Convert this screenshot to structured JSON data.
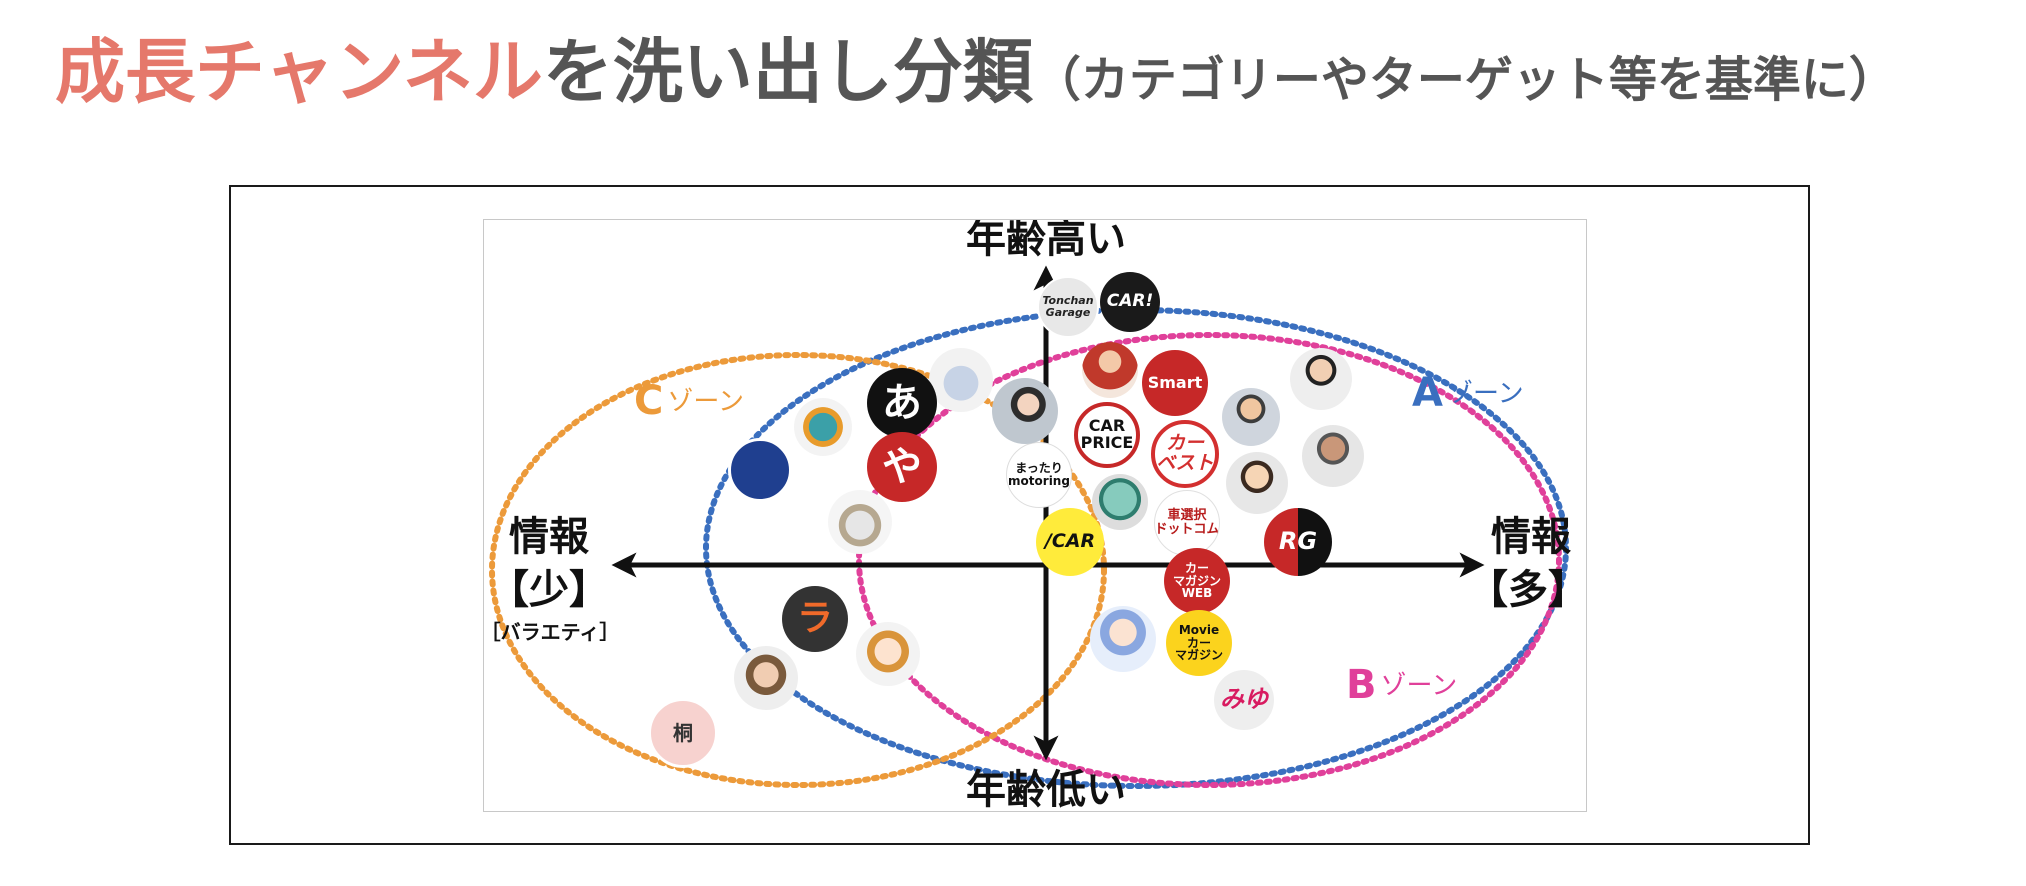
{
  "title": {
    "accent": "成長チャンネル",
    "main": "を洗い出し分類",
    "sub": "（カテゴリーやターゲット等を基準に）"
  },
  "diagram": {
    "axis_top": "年齢高い",
    "axis_bottom": "年齢低い",
    "axis_left_1": "情報",
    "axis_left_2": "【少】",
    "axis_left_3": "［バラエティ］",
    "axis_right_1": "情報",
    "axis_right_2": "【多】",
    "zones": {
      "a": {
        "letter": "A",
        "label": "ゾーン",
        "color": "#3a6fbf"
      },
      "b": {
        "letter": "B",
        "label": "ゾーン",
        "color": "#e0409a"
      },
      "c": {
        "letter": "C",
        "label": "ゾーン",
        "color": "#ec9a3a"
      }
    },
    "logos": {
      "tonchan": "Tonchan\nGarage",
      "car_exclaim": "CAR!",
      "smart": "Smart",
      "car_price": "CAR\nPRICE",
      "car_best": "カー\nベスト",
      "mattari": "まったり\nmotoring",
      "kurumasentaku": "車選択\nドットコム",
      "icar": "/CAR",
      "rg": "RG",
      "car_magazine_web": "カー\nマガジン\nWEB",
      "movie_car_magazine": "Movie\nカー\nマガジン",
      "miyu": "みゆ",
      "a_char": "あ",
      "ya_char": "や",
      "ra_char": "ラ",
      "kiri_char": "桐"
    }
  },
  "colors": {
    "title_accent": "#e5786b",
    "title_text": "#555555",
    "axis": "#111111"
  }
}
